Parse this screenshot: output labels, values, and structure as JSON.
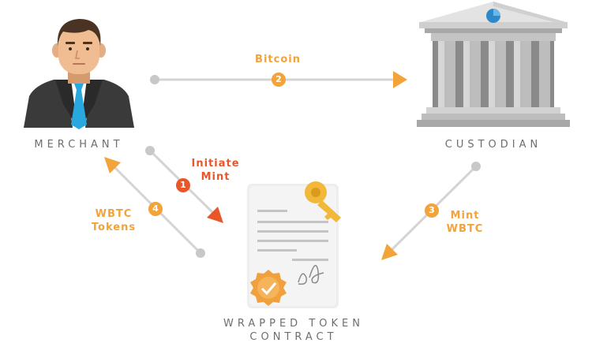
{
  "colors": {
    "accent": "#f2a33a",
    "initiate": "#e8562a",
    "arrow_line": "#d4d4d4",
    "caption": "#6e6e6e"
  },
  "nodes": {
    "merchant": "MERCHANT",
    "custodian": "CUSTODIAN",
    "contract_line1": "WRAPPED TOKEN",
    "contract_line2": "CONTRACT"
  },
  "steps": [
    {
      "number": "1",
      "line1": "Initiate",
      "line2": "Mint"
    },
    {
      "number": "2",
      "line1": "Bitcoin"
    },
    {
      "number": "3",
      "line1": "Mint",
      "line2": "WBTC"
    },
    {
      "number": "4",
      "line1": "WBTC",
      "line2": "Tokens"
    }
  ],
  "icons": {
    "merchant": "businessman-icon",
    "custodian": "bank-building-icon",
    "contract": "document-icon",
    "key": "key-icon",
    "seal": "seal-badge-icon",
    "signature": "signature-icon"
  }
}
